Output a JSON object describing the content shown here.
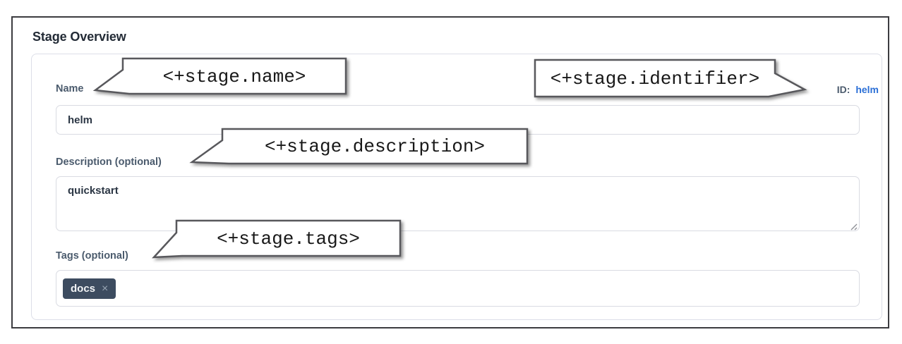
{
  "panel": {
    "title": "Stage Overview"
  },
  "form": {
    "name": {
      "label": "Name",
      "value": "helm"
    },
    "id": {
      "label": "ID:",
      "value": "helm"
    },
    "description": {
      "label": "Description (optional)",
      "value": "quickstart"
    },
    "tags": {
      "label": "Tags (optional)",
      "chips": [
        {
          "label": "docs",
          "remove_glyph": "×"
        }
      ]
    }
  },
  "callouts": {
    "name": {
      "expression": "<+stage.name>"
    },
    "identifier": {
      "expression": "<+stage.identifier>"
    },
    "description": {
      "expression": "<+stage.description>"
    },
    "tags": {
      "expression": "<+stage.tags>"
    }
  },
  "colors": {
    "frame_border": "#3c3c40",
    "heading_text": "#232b36",
    "label_slate": "#4b5b6d",
    "id_link_blue": "#2b6fd6",
    "input_border": "#d9dbe2",
    "input_text": "#2b3644",
    "tag_chip_bg": "#3d4c60",
    "tag_chip_text": "#f2f4f6",
    "tag_remove": "#98a5b3",
    "callout_border": "#58585c"
  }
}
